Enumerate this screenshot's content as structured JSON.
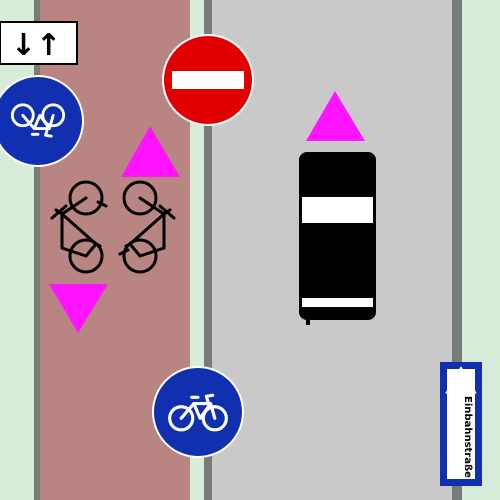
{
  "scene": {
    "description_visible_text_only": true,
    "colors": {
      "sidewalk": "#d6ecd8",
      "bike_lane": "#b98582",
      "road": "#c9c9c9",
      "curb": "#7a7a7a",
      "marker": "#ff14ff",
      "sign_blue": "#1030b0",
      "sign_red": "#e00000",
      "car": "#000000"
    },
    "signs": {
      "two_way_arrows": {
        "glyph": "↓↑"
      },
      "one_way": {
        "text": "Einbahnstraße"
      },
      "no_entry": {
        "type": "no-entry-sign"
      },
      "bike_path_top": {
        "type": "bicycle-path-sign"
      },
      "bike_path_bottom": {
        "type": "bicycle-path-sign"
      }
    },
    "markers": {
      "bike_lane_up": {
        "direction": "up"
      },
      "bike_lane_down": {
        "direction": "down"
      },
      "car_direction": {
        "direction": "up"
      }
    },
    "entities": {
      "cyclist_left": {
        "heading": "down"
      },
      "cyclist_right": {
        "heading": "up"
      },
      "car": {
        "heading": "up"
      }
    }
  }
}
